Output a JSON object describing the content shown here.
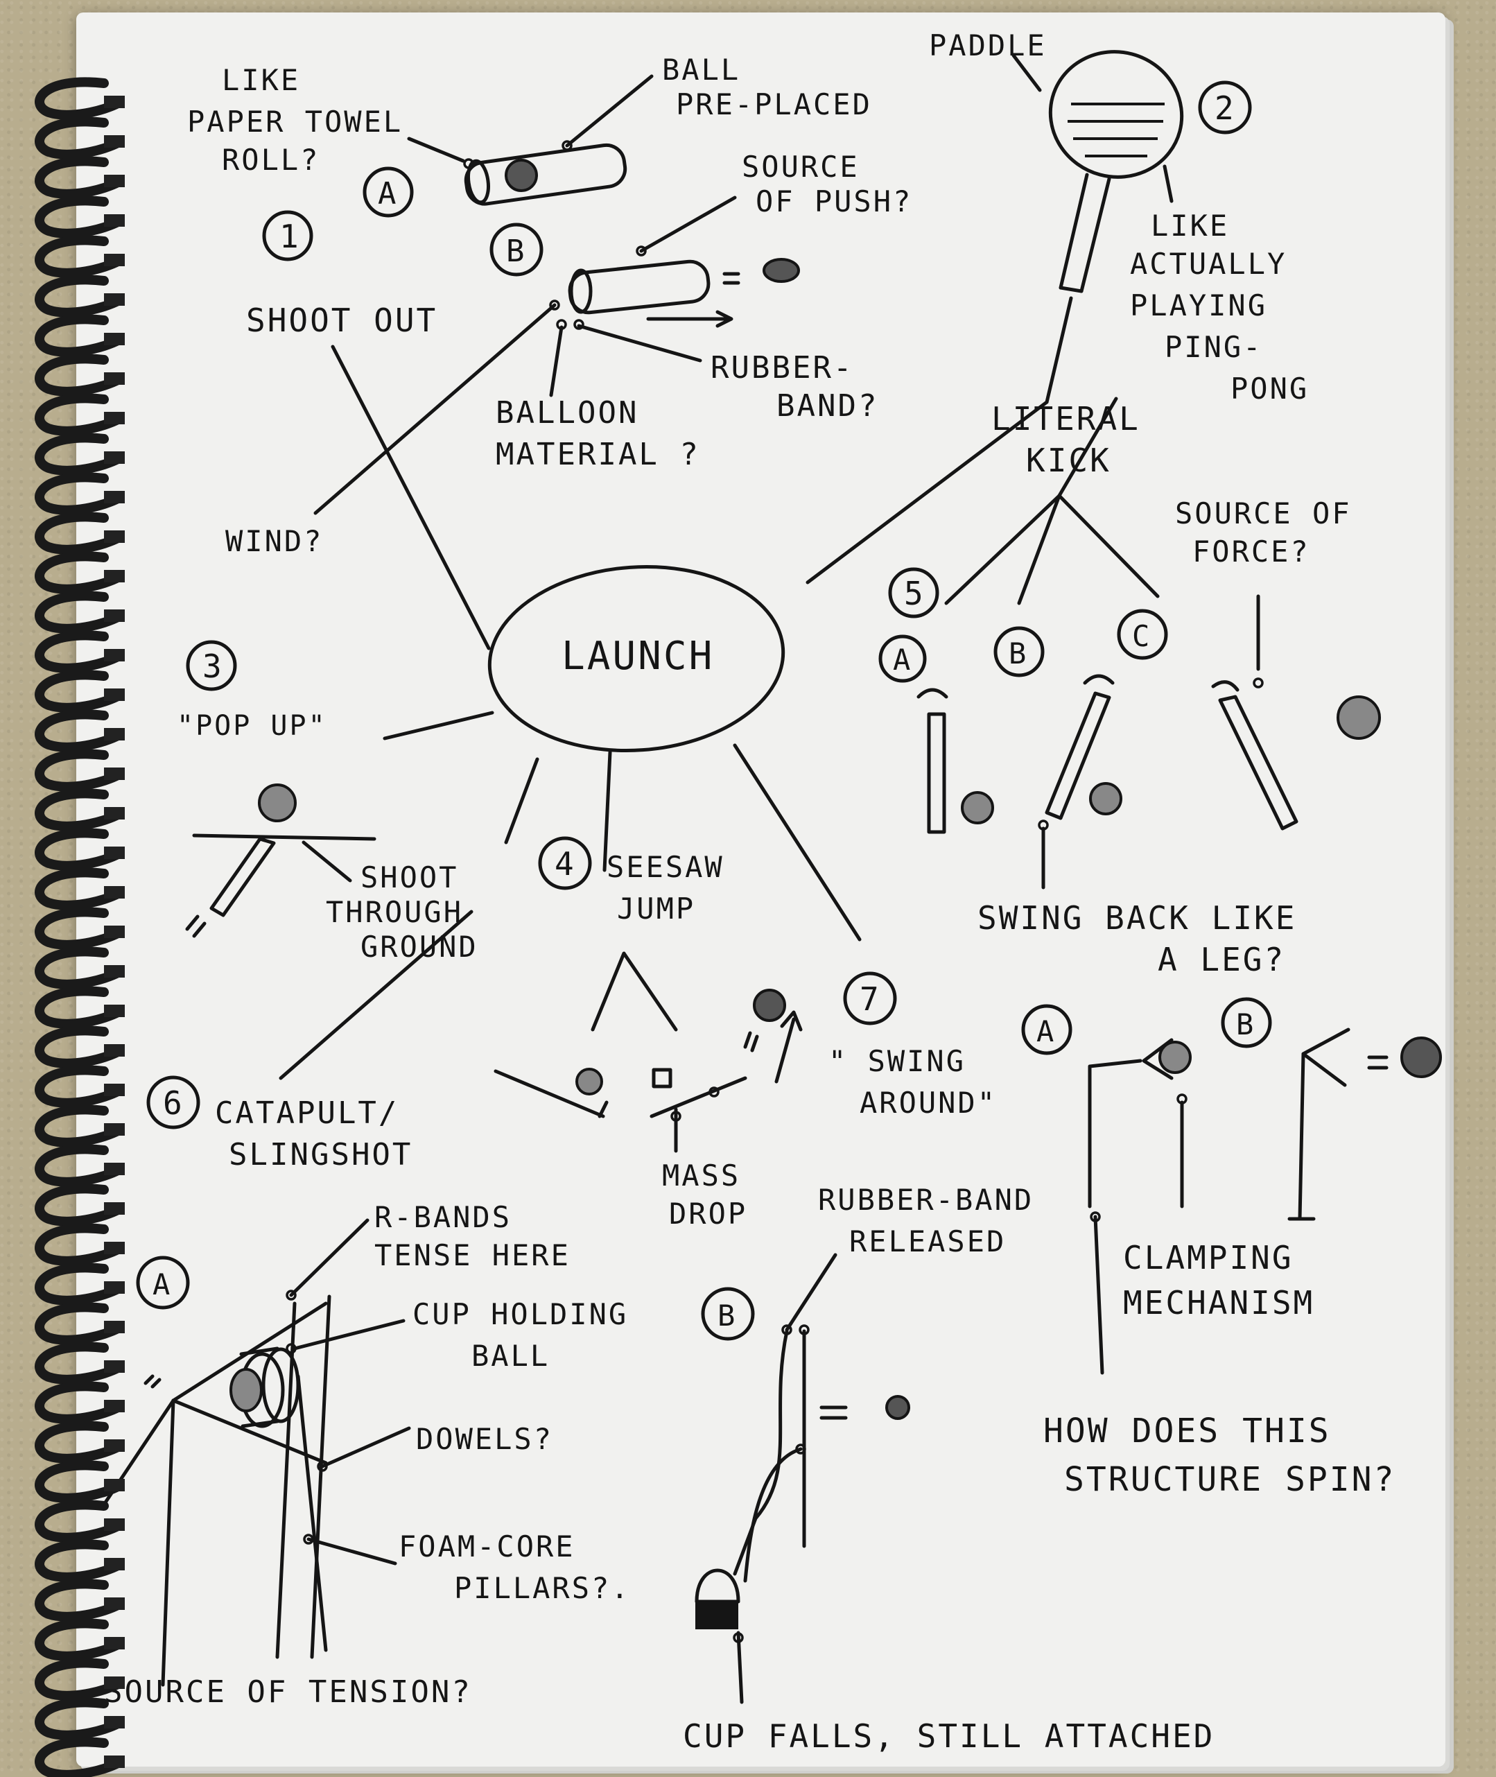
{
  "center": "LAUNCH",
  "nodes": {
    "n1_num": "1",
    "n1_a": "A",
    "n1_b": "B",
    "shoot_out": "SHOOT OUT",
    "like_paper_towel_1": "LIKE",
    "like_paper_towel_2": "PAPER TOWEL",
    "like_paper_towel_3": "ROLL?",
    "ball_preplaced_1": "BALL",
    "ball_preplaced_2": "PRE-PLACED",
    "source_push_1": "SOURCE",
    "source_push_2": "OF PUSH?",
    "rubber_band_1": "RUBBER-",
    "rubber_band_2": "BAND?",
    "balloon_1": "BALLOON",
    "balloon_2": "MATERIAL ?",
    "wind": "WIND?",
    "n2_num": "2",
    "paddle": "PADDLE",
    "like_ping_1": "LIKE",
    "like_ping_2": "ACTUALLY",
    "like_ping_3": "PLAYING",
    "like_ping_4": "PING-",
    "like_ping_5": "PONG",
    "literal_kick_1": "LITERAL",
    "literal_kick_2": "KICK",
    "n5_num": "5",
    "n5_a": "A",
    "n5_b": "B",
    "n5_c": "C",
    "source_force_1": "SOURCE OF",
    "source_force_2": "FORCE?",
    "swing_back_1": "SWING BACK LIKE",
    "swing_back_2": "A LEG?",
    "n3_num": "3",
    "pop_up": "\"POP UP\"",
    "shoot_ground_1": "SHOOT",
    "shoot_ground_2": "THROUGH",
    "shoot_ground_3": "GROUND",
    "n4_num": "4",
    "seesaw_1": "SEESAW",
    "seesaw_2": "JUMP",
    "mass_drop_1": "MASS",
    "mass_drop_2": "DROP",
    "n7_num": "7",
    "swing_around_1": "\" SWING",
    "swing_around_2": "AROUND\"",
    "n7_a": "A",
    "n7_b": "B",
    "clamping_1": "CLAMPING",
    "clamping_2": "MECHANISM",
    "spin_q_1": "HOW DOES THIS",
    "spin_q_2": "STRUCTURE SPIN?",
    "n6_num": "6",
    "catapult_1": "CATAPULT/",
    "catapult_2": "SLINGSHOT",
    "n6_a": "A",
    "n6_b": "B",
    "r_bands_1": "R-BANDS",
    "r_bands_2": "TENSE HERE",
    "cup_holding_1": "CUP HOLDING",
    "cup_holding_2": "BALL",
    "dowels": "DOWELS?",
    "foam_1": "FOAM-CORE",
    "foam_2": "PILLARS?.",
    "source_tension": "SOURCE OF TENSION?",
    "rubber_released_1": "RUBBER-BAND",
    "rubber_released_2": "RELEASED",
    "cup_falls": "CUP FALLS, STILL ATTACHED"
  }
}
